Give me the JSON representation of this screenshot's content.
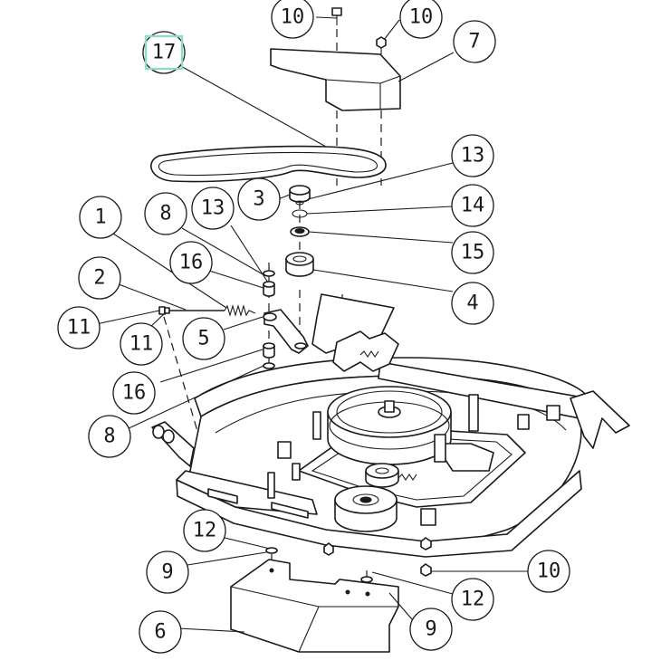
{
  "highlight_color": "#8fdcc4",
  "line_color": "#1a1a1a",
  "callouts": [
    {
      "label": "10",
      "highlighted": false
    },
    {
      "label": "10",
      "highlighted": false
    },
    {
      "label": "7",
      "highlighted": false
    },
    {
      "label": "17",
      "highlighted": true
    },
    {
      "label": "13",
      "highlighted": false
    },
    {
      "label": "3",
      "highlighted": false
    },
    {
      "label": "14",
      "highlighted": false
    },
    {
      "label": "15",
      "highlighted": false
    },
    {
      "label": "1",
      "highlighted": false
    },
    {
      "label": "8",
      "highlighted": false
    },
    {
      "label": "13",
      "highlighted": false
    },
    {
      "label": "16",
      "highlighted": false
    },
    {
      "label": "2",
      "highlighted": false
    },
    {
      "label": "4",
      "highlighted": false
    },
    {
      "label": "11",
      "highlighted": false
    },
    {
      "label": "11",
      "highlighted": false
    },
    {
      "label": "5",
      "highlighted": false
    },
    {
      "label": "16",
      "highlighted": false
    },
    {
      "label": "8",
      "highlighted": false
    },
    {
      "label": "12",
      "highlighted": false
    },
    {
      "label": "9",
      "highlighted": false
    },
    {
      "label": "10",
      "highlighted": false
    },
    {
      "label": "12",
      "highlighted": false
    },
    {
      "label": "6",
      "highlighted": false
    },
    {
      "label": "9",
      "highlighted": false
    }
  ]
}
